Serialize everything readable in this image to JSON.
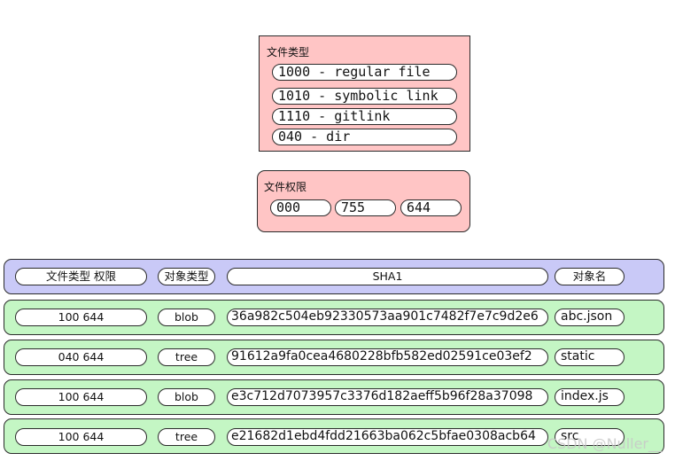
{
  "file_type_box": {
    "title": "文件类型",
    "items": [
      "1000 - regular file",
      "1010 - symbolic link",
      "1110 - gitlink",
      "040  - dir"
    ]
  },
  "permission_box": {
    "title": "文件权限",
    "items": [
      "000",
      "755",
      "644"
    ]
  },
  "header_row": {
    "mode": "文件类型 权限",
    "type": "对象类型",
    "sha": "SHA1",
    "name": "对象名"
  },
  "rows": [
    {
      "mode": "100 644",
      "type": "blob",
      "sha": "36a982c504eb92330573aa901c7482f7e7c9d2e6",
      "name": "abc.json"
    },
    {
      "mode": "040 644",
      "type": "tree",
      "sha": "91612a9fa0cea4680228bfb582ed02591ce03ef2",
      "name": "static"
    },
    {
      "mode": "100 644",
      "type": "blob",
      "sha": "e3c712d7073957c3376d182aeff5b96f28a37098",
      "name": "index.js"
    },
    {
      "mode": "100 644",
      "type": "tree",
      "sha": "e21682d1ebd4fdd21663ba062c5bfae0308acb64",
      "name": "src"
    }
  ],
  "watermark": "CSDN @Nuller__",
  "colors": {
    "pink": "#ffc5c5",
    "purple": "#c9c9f7",
    "green": "#c4f6c4"
  }
}
